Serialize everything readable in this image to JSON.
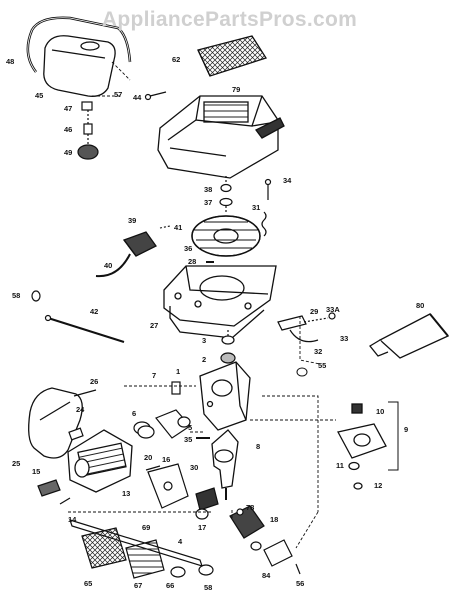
{
  "watermark": "AppliancePartsPros.com",
  "parts": [
    {
      "id": "48"
    },
    {
      "id": "45"
    },
    {
      "id": "47"
    },
    {
      "id": "46"
    },
    {
      "id": "49"
    },
    {
      "id": "62"
    },
    {
      "id": "79"
    },
    {
      "id": "57"
    },
    {
      "id": "44"
    },
    {
      "id": "38"
    },
    {
      "id": "37"
    },
    {
      "id": "34"
    },
    {
      "id": "31"
    },
    {
      "id": "39"
    },
    {
      "id": "41"
    },
    {
      "id": "36"
    },
    {
      "id": "28"
    },
    {
      "id": "40"
    },
    {
      "id": "58"
    },
    {
      "id": "42"
    },
    {
      "id": "27"
    },
    {
      "id": "80"
    },
    {
      "id": "29"
    },
    {
      "id": "33A"
    },
    {
      "id": "33"
    },
    {
      "id": "32"
    },
    {
      "id": "3"
    },
    {
      "id": "2"
    },
    {
      "id": "55"
    },
    {
      "id": "1"
    },
    {
      "id": "7"
    },
    {
      "id": "26"
    },
    {
      "id": "24"
    },
    {
      "id": "6"
    },
    {
      "id": "5"
    },
    {
      "id": "35"
    },
    {
      "id": "8"
    },
    {
      "id": "25"
    },
    {
      "id": "10"
    },
    {
      "id": "9"
    },
    {
      "id": "11"
    },
    {
      "id": "12"
    },
    {
      "id": "20"
    },
    {
      "id": "16"
    },
    {
      "id": "30"
    },
    {
      "id": "15"
    },
    {
      "id": "13"
    },
    {
      "id": "14"
    },
    {
      "id": "78"
    },
    {
      "id": "17"
    },
    {
      "id": "18"
    },
    {
      "id": "4"
    },
    {
      "id": "69"
    },
    {
      "id": "84"
    },
    {
      "id": "56"
    },
    {
      "id": "65"
    },
    {
      "id": "67"
    },
    {
      "id": "66"
    },
    {
      "id": "58b"
    }
  ]
}
